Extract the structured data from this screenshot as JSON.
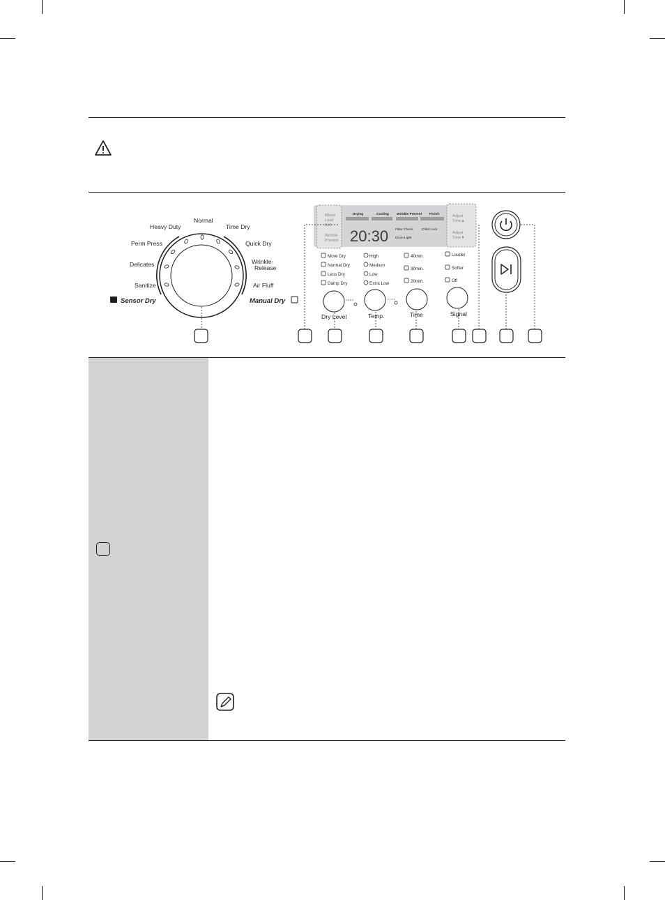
{
  "dial": {
    "programs": [
      "Sanitize",
      "Delicates",
      "Perm Press",
      "Heavy Duty",
      "Normal",
      "Time Dry",
      "Quick Dry",
      "Air Fluff"
    ],
    "wrinkle_release": [
      "Wrinkle-",
      "Release"
    ],
    "sensor_dry": "Sensor Dry",
    "manual_dry": "Manual Dry"
  },
  "display": {
    "stages": [
      "Drying",
      "Cooling",
      "Wrinkle Prevent",
      "Finish"
    ],
    "time": "20:30",
    "left_labels": [
      "Mixed",
      "Load",
      "Bell"
    ],
    "wrinkle_labels": [
      "Wrinkle",
      "Prevent"
    ],
    "filter_check": "Filter Check",
    "child_lock": "Child Lock",
    "drum_light": "Drum Light",
    "adjust_up": [
      "Adjust",
      "Time▲"
    ],
    "adjust_down": [
      "Adjust",
      "Time▼"
    ]
  },
  "options": {
    "dry_level": [
      "More Dry",
      "Normal Dry",
      "Less Dry",
      "Damp Dry"
    ],
    "temp": [
      "High",
      "Medium",
      "Low",
      "Extra Low"
    ],
    "time": [
      "40min.",
      "30min.",
      "20min."
    ],
    "signal": [
      "Louder",
      "Softer",
      "Off"
    ]
  },
  "buttons": {
    "dry_level": "Dry Level",
    "temp": "Temp.",
    "time": "Time",
    "signal": "Signal"
  },
  "icons": {
    "warning": "warning-triangle-icon",
    "note": "note-pencil-icon",
    "power": "power-icon",
    "start_pause": "start-pause-icon"
  }
}
